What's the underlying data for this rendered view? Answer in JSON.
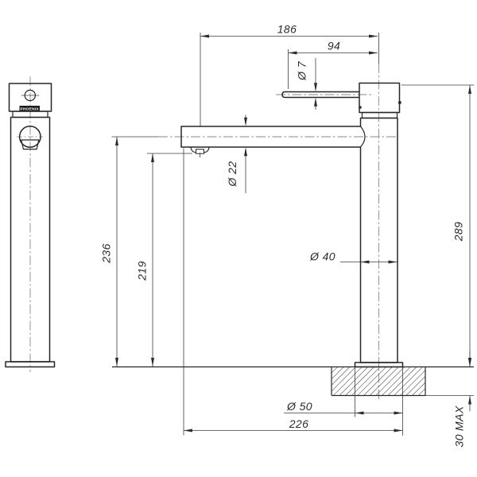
{
  "drawing": {
    "brand": "PHOENIX",
    "dimensions": {
      "spout_center_reach": "186",
      "handle_reach": "94",
      "handle_lever_dia": "Ø 7",
      "spout_dia": "Ø 22",
      "spout_height": "236",
      "outlet_height": "219",
      "overall_height": "289",
      "body_dia": "Ø 40",
      "base_dia": "Ø 50",
      "overall_reach": "226",
      "deck_max": "30 MAX"
    }
  }
}
